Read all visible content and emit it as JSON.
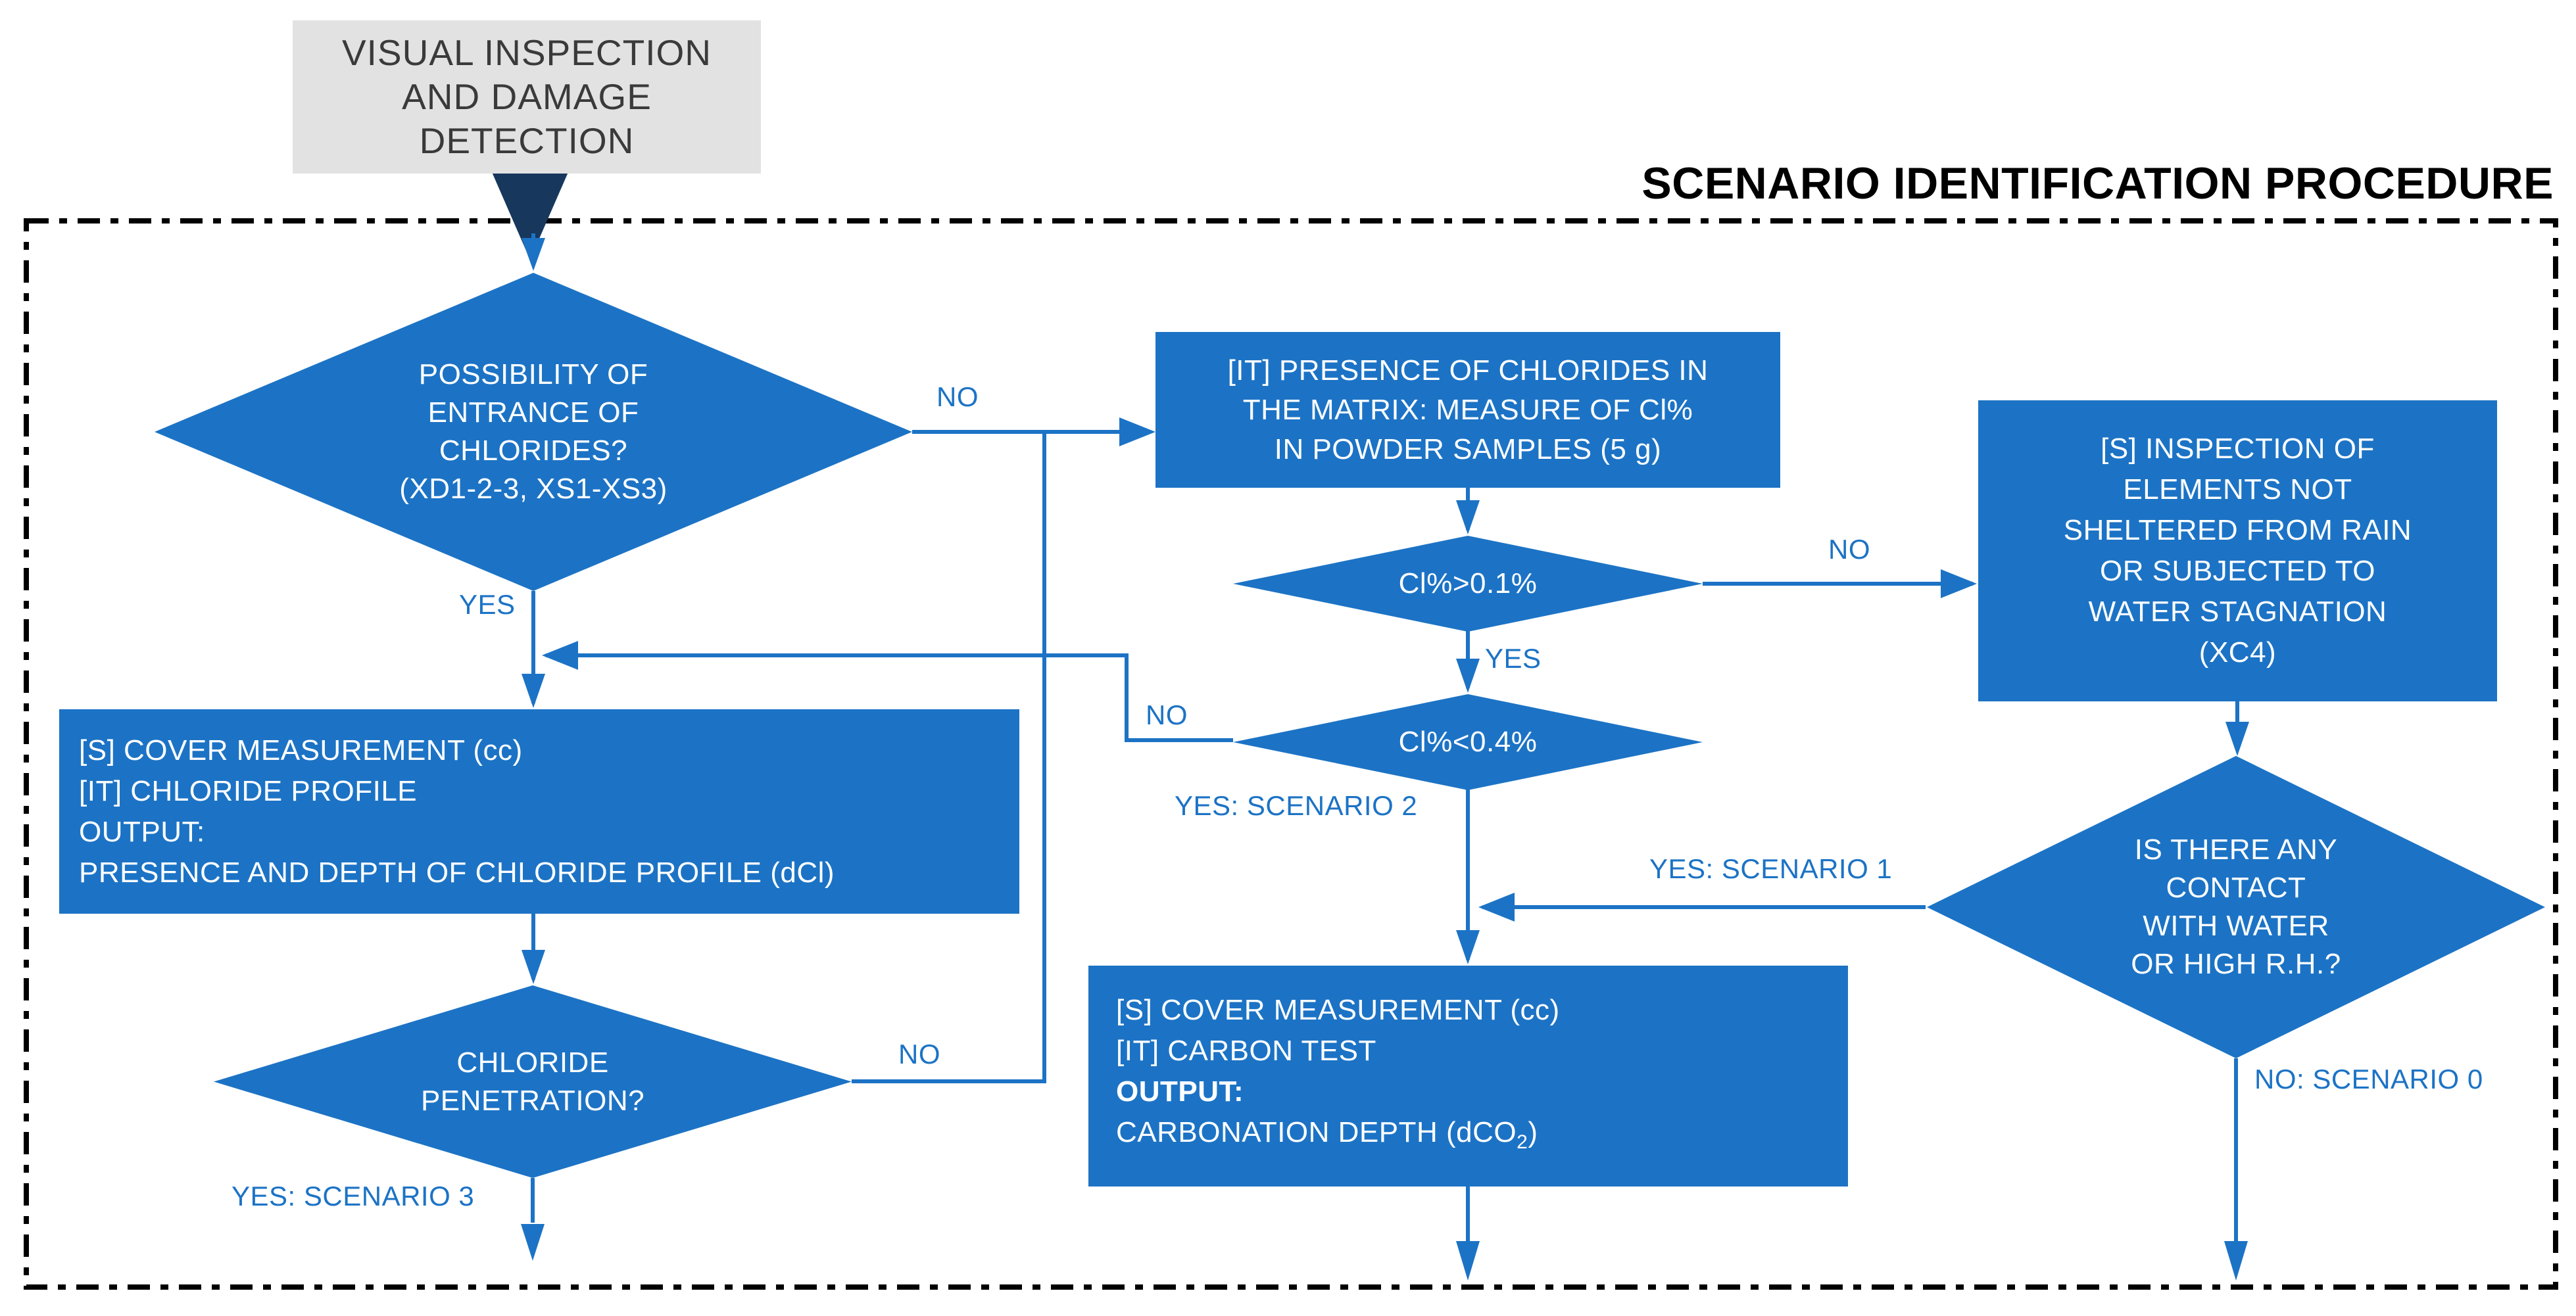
{
  "title": "SCENARIO IDENTIFICATION PROCEDURE",
  "colors": {
    "blue": "#1C73C5",
    "navy": "#17375D",
    "ink": "#000000",
    "gray_bg": "#E2E2E2",
    "gray_text": "#3A3A3A"
  },
  "nodes": {
    "start": {
      "lines": [
        "VISUAL INSPECTION",
        "AND DAMAGE",
        "DETECTION"
      ]
    },
    "chlorides_question": {
      "lines": [
        "POSSIBILITY OF",
        "ENTRANCE OF",
        "CHLORIDES?",
        "(XD1-2-3, XS1-XS3)"
      ]
    },
    "presence_test": {
      "lines": [
        "[IT] PRESENCE OF CHLORIDES IN",
        "THE MATRIX: MEASURE OF Cl%",
        "IN POWDER SAMPLES (5 g)"
      ]
    },
    "cl_gt_01": {
      "label": "Cl%>0.1%"
    },
    "cl_lt_04": {
      "label": "Cl%<0.4%"
    },
    "inspection": {
      "lines": [
        "[S] INSPECTION OF",
        "ELEMENTS NOT",
        "SHELTERED FROM RAIN",
        "OR SUBJECTED TO",
        "WATER STAGNATION",
        "(XC4)"
      ]
    },
    "water_contact": {
      "lines": [
        "IS THERE ANY",
        "CONTACT",
        "WITH WATER",
        "OR HIGH R.H.?"
      ]
    },
    "chloride_profile": {
      "lines": [
        "[S] COVER MEASUREMENT (cc)",
        "[IT] CHLORIDE PROFILE",
        "OUTPUT:",
        "PRESENCE AND DEPTH OF CHLORIDE PROFILE (dCl)"
      ]
    },
    "chloride_penetration": {
      "lines": [
        "CHLORIDE",
        "PENETRATION?"
      ]
    },
    "carbon_test": {
      "lines": [
        "[S] COVER MEASUREMENT (cc)",
        "[IT] CARBON TEST",
        "OUTPUT:"
      ],
      "last_line_pre": "CARBONATION DEPTH (dCO",
      "last_line_sub": "2",
      "last_line_close": ")"
    }
  },
  "edge_labels": {
    "d1_no": "NO",
    "d1_yes": "YES",
    "d2_no": "NO",
    "d2_yes": "YES",
    "d3_no": "NO",
    "d3_yes": "YES: SCENARIO 2",
    "d4_yes": "YES: SCENARIO 1",
    "d4_no": "NO: SCENARIO 0",
    "d5_no": "NO",
    "d5_yes": "YES: SCENARIO 3"
  }
}
